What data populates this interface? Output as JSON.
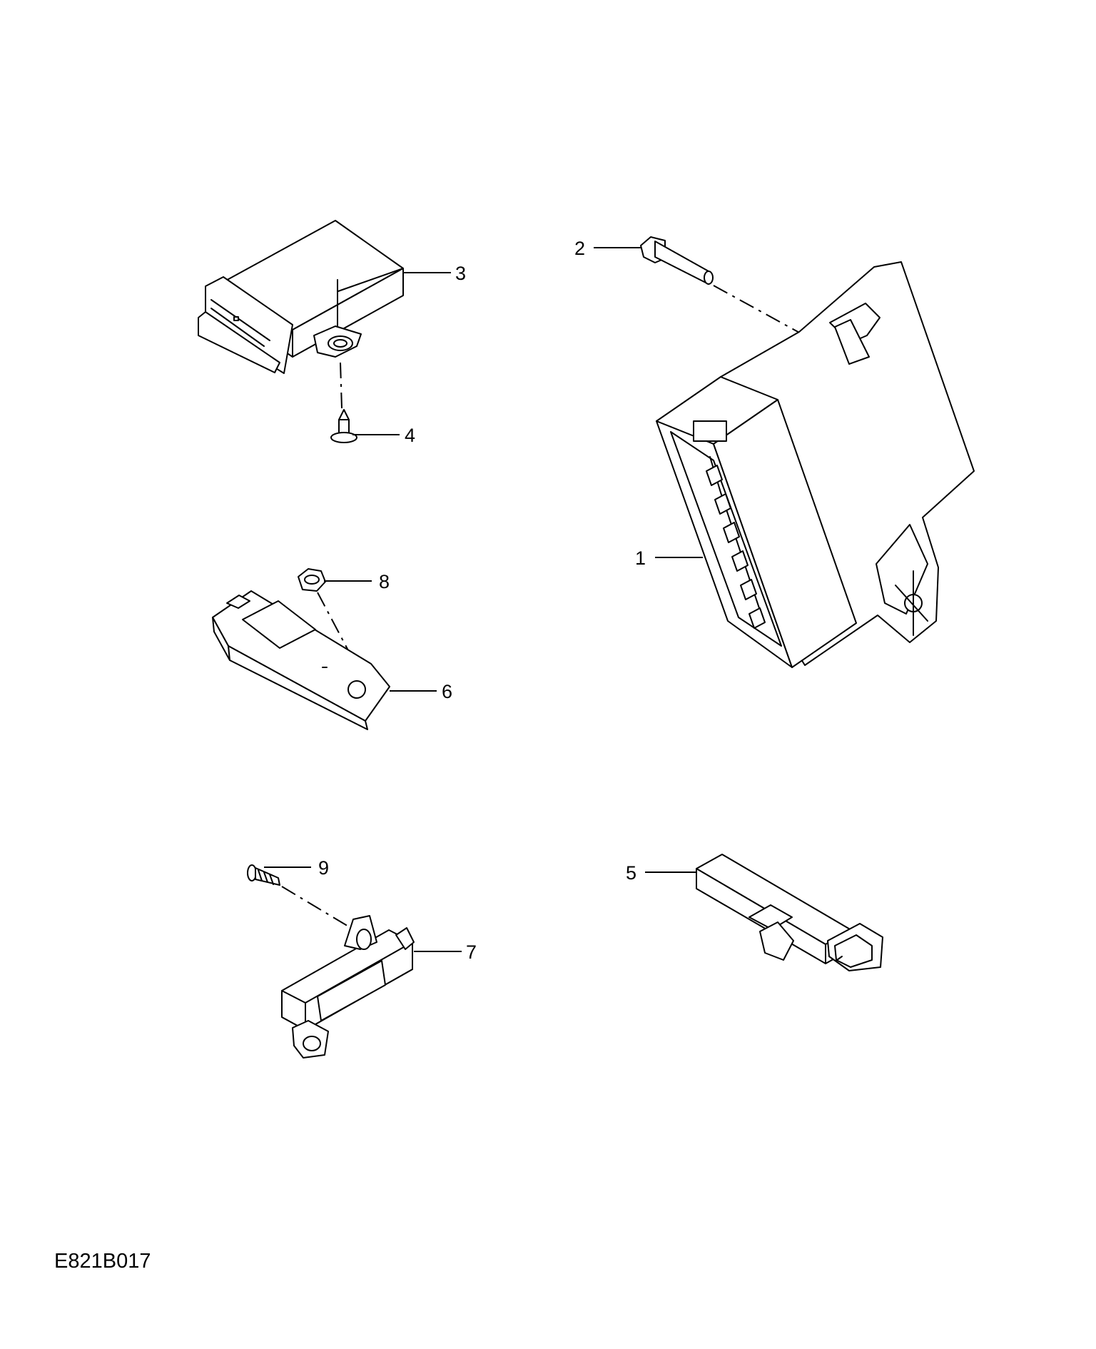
{
  "diagram_id": "E821B017",
  "callouts": {
    "c1": "1",
    "c2": "2",
    "c3": "3",
    "c4": "4",
    "c5": "5",
    "c6": "6",
    "c7": "7",
    "c8": "8",
    "c9": "9"
  },
  "parts": [
    {
      "ref": "1",
      "icon": "control-module-large-icon"
    },
    {
      "ref": "2",
      "icon": "bolt-icon"
    },
    {
      "ref": "3",
      "icon": "control-module-icon"
    },
    {
      "ref": "4",
      "icon": "screw-icon"
    },
    {
      "ref": "5",
      "icon": "sensor-module-icon"
    },
    {
      "ref": "6",
      "icon": "antenna-module-icon"
    },
    {
      "ref": "7",
      "icon": "sensor-bracket-icon"
    },
    {
      "ref": "8",
      "icon": "nut-icon"
    },
    {
      "ref": "9",
      "icon": "screw-icon"
    }
  ]
}
